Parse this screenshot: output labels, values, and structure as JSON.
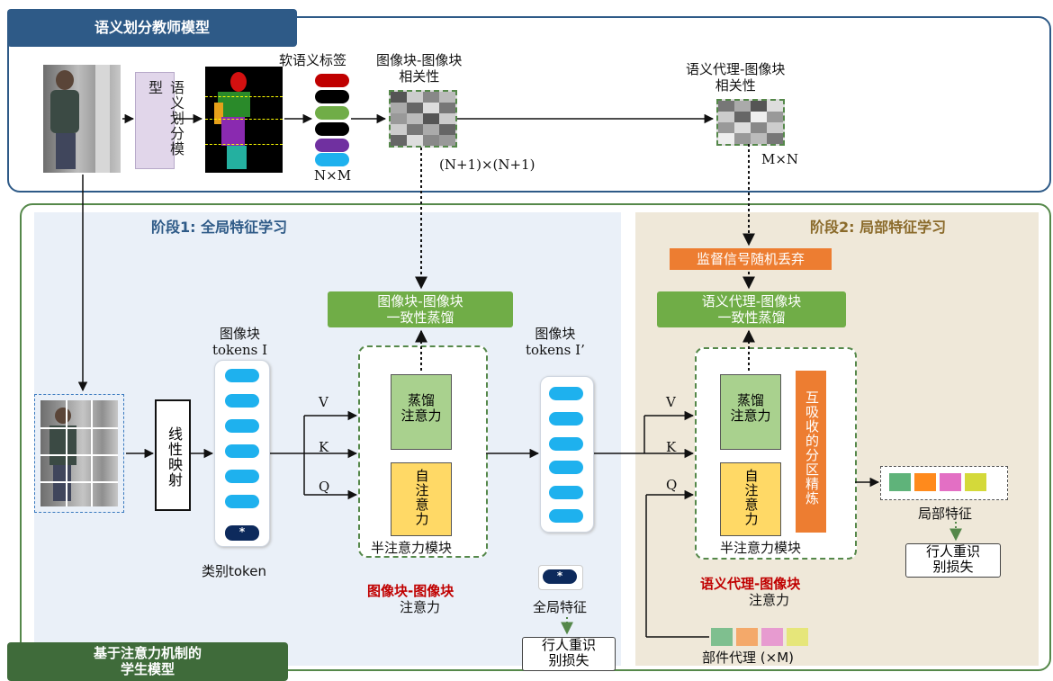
{
  "teacher": {
    "title": "语义划分教师模型",
    "seg_model": "语义划分模型",
    "soft_label": "软语义标签",
    "nm": "N×M",
    "patch_patch_corr": "图像块-图像块\n相关性",
    "patch_size": "(N+1)×(N+1)",
    "proxy_patch_corr": "语义代理-图像块\n相关性",
    "proxy_size": "M×N",
    "label_colors": [
      "#c00000",
      "#000000",
      "#70ad47",
      "#000000",
      "#7030a0",
      "#1eb1ee"
    ]
  },
  "student": {
    "title": "基于注意力机制的\n学生模型",
    "stage1": "阶段1: 全局特征学习",
    "stage2": "阶段2: 局部特征学习",
    "linear_proj": "线性映射",
    "tokens_i": "图像块\ntokens I",
    "tokens_i2": "图像块\ntokens I’",
    "cls_token": "类别token",
    "cls_star": "*",
    "v": "V",
    "k": "K",
    "q": "Q",
    "distill_attn": "蒸馏\n注意力",
    "self_attn": "自注意力",
    "semi_module": "半注意力模块",
    "patch_distill": "图像块-图像块\n一致性蒸馏",
    "proxy_distill": "语义代理-图像块\n一致性蒸馏",
    "drop": "监督信号随机丢弃",
    "attn_red1": "图像块-图像块",
    "attn_black": "注意力",
    "attn_red2": "语义代理-图像块",
    "global_feat": "全局特征",
    "reid_loss": "行人重识\n别损失",
    "local_feat": "局部特征",
    "partition": "互吸收的分区精炼",
    "part_proxy": "部件代理 (×M)",
    "part_colors": [
      "#7fbf8f",
      "#f4a96a",
      "#e79bd0",
      "#e6e67a"
    ],
    "local_colors": [
      "#5fb37a",
      "#ff8a1c",
      "#e36fc4",
      "#d4d93a"
    ]
  }
}
